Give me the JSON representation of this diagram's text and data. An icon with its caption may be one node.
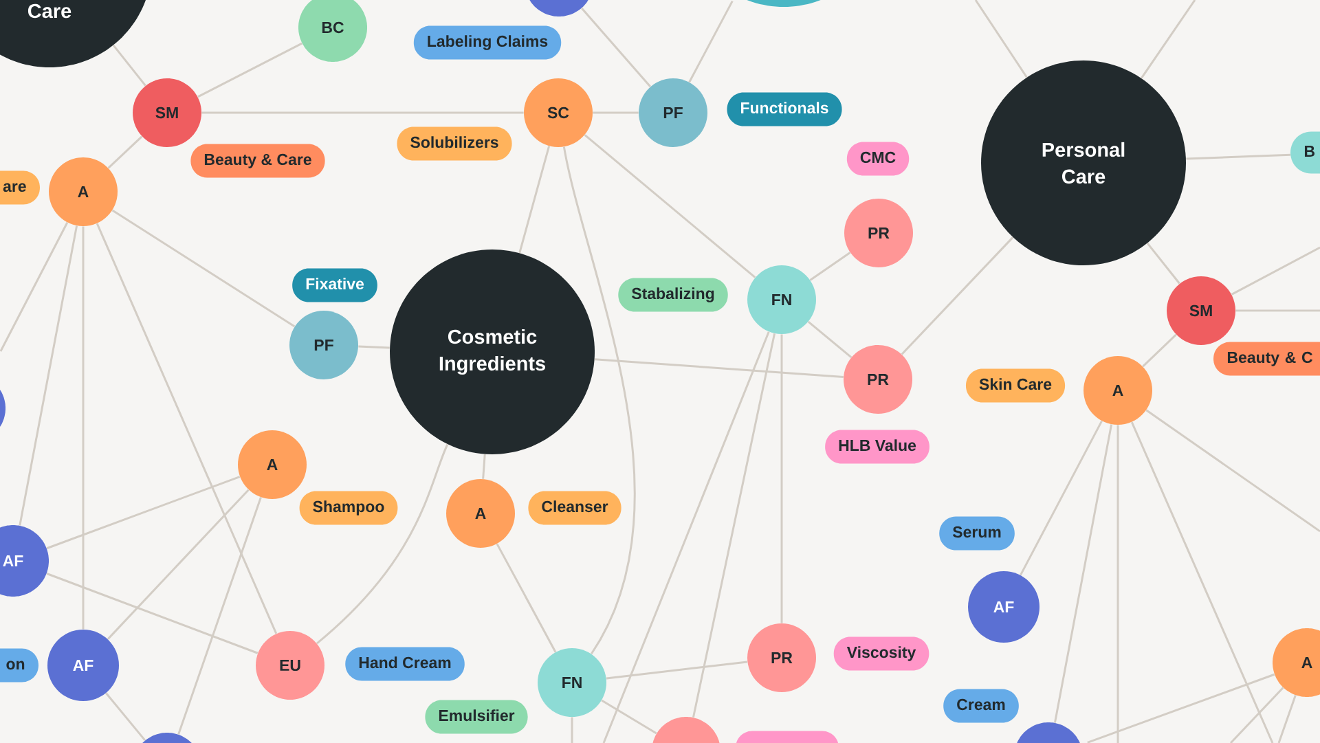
{
  "diagram": {
    "nodes": [
      {
        "text": [
          "Care"
        ]
      },
      {
        "text": [],
        "shape": "circle"
      },
      {
        "text": [],
        "shape": "circle"
      },
      {
        "text": [
          "BC"
        ]
      },
      {
        "text": [
          "Labeling Claims"
        ]
      },
      {
        "text": [
          "Functionals"
        ]
      },
      {
        "text": [
          "SM"
        ]
      },
      {
        "text": [
          "SC"
        ]
      },
      {
        "text": [
          "PF"
        ]
      },
      {
        "text": [
          "Solubilizers"
        ]
      },
      {
        "text": [
          "B"
        ]
      },
      {
        "text": [
          "Personal Care"
        ]
      },
      {
        "text": [
          "Beauty & Care"
        ]
      },
      {
        "text": [
          "CMC"
        ]
      },
      {
        "text": [
          "are"
        ]
      },
      {
        "text": [
          "A"
        ]
      },
      {
        "text": [
          "PR"
        ]
      },
      {
        "text": [
          "Fixative"
        ]
      },
      {
        "text": [
          "Stabalizing"
        ]
      },
      {
        "text": [
          "FN"
        ]
      },
      {
        "text": [
          "SM"
        ]
      },
      {
        "text": [
          "PF"
        ]
      },
      {
        "text": [
          "Cosmetic Ingredients"
        ]
      },
      {
        "text": [
          "Beauty & C"
        ]
      },
      {
        "text": [
          "PR"
        ]
      },
      {
        "text": [
          "Skin Care"
        ]
      },
      {
        "text": [
          "A"
        ]
      },
      {
        "text": [],
        "shape": "circle"
      },
      {
        "text": [
          "HLB Value"
        ]
      },
      {
        "text": [
          "A"
        ]
      },
      {
        "text": [
          "Shampoo"
        ]
      },
      {
        "text": [
          "A"
        ]
      },
      {
        "text": [
          "Cleanser"
        ]
      },
      {
        "text": [
          "Serum"
        ]
      },
      {
        "text": [
          "AF"
        ]
      },
      {
        "text": [
          "AF"
        ]
      },
      {
        "text": [
          "PR"
        ]
      },
      {
        "text": [
          "Viscosity"
        ]
      },
      {
        "text": [
          "A"
        ]
      },
      {
        "text": [
          "on"
        ]
      },
      {
        "text": [
          "AF"
        ]
      },
      {
        "text": [
          "EU"
        ]
      },
      {
        "text": [
          "Hand Cream"
        ]
      },
      {
        "text": [
          "FN"
        ]
      },
      {
        "text": [
          "Cream"
        ]
      },
      {
        "text": [
          "Emulsifier"
        ]
      },
      {
        "text": [],
        "shape": "circle"
      },
      {
        "text": [],
        "shape": "circle"
      },
      {
        "text": [],
        "shape": "box"
      },
      {
        "text": [],
        "shape": "circle"
      }
    ],
    "edges": [
      {
        "from": 0,
        "to": 6,
        "arrow": "none"
      },
      {
        "from": 6,
        "to": 3,
        "arrow": "none"
      },
      {
        "from": 6,
        "to": 7,
        "arrow": "none"
      },
      {
        "from": 6,
        "to": 15,
        "arrow": "none"
      },
      {
        "from": 7,
        "to": 8,
        "arrow": "none"
      },
      {
        "from": 8,
        "to": 1,
        "arrow": "none"
      },
      {
        "from": 8,
        "to": 2,
        "arrow": "none"
      },
      {
        "from": 7,
        "to": 22,
        "arrow": "none"
      },
      {
        "from": 7,
        "to": 19,
        "arrow": "none"
      },
      {
        "from": 7,
        "to": 43,
        "arrow": "none"
      },
      {
        "from": 19,
        "to": 16,
        "arrow": "none"
      },
      {
        "from": 19,
        "to": 24,
        "arrow": "none"
      },
      {
        "from": 19,
        "to": 36,
        "arrow": "none"
      },
      {
        "from": 19,
        "to": 47,
        "arrow": "none"
      },
      {
        "from": 19,
        "to": null,
        "arrow": "none"
      },
      {
        "from": 11,
        "to": null,
        "arrow": "none"
      },
      {
        "from": 11,
        "to": null,
        "arrow": "none"
      },
      {
        "from": 11,
        "to": 10,
        "arrow": "none"
      },
      {
        "from": 11,
        "to": 24,
        "arrow": "none"
      },
      {
        "from": 11,
        "to": 20,
        "arrow": "none"
      },
      {
        "from": 20,
        "to": null,
        "arrow": "none"
      },
      {
        "from": 20,
        "to": null,
        "arrow": "none"
      },
      {
        "from": 20,
        "to": 26,
        "arrow": "none"
      },
      {
        "from": 15,
        "to": 27,
        "arrow": "none"
      },
      {
        "from": 15,
        "to": 34,
        "arrow": "none"
      },
      {
        "from": 15,
        "to": 40,
        "arrow": "none"
      },
      {
        "from": 15,
        "to": 41,
        "arrow": "none"
      },
      {
        "from": 15,
        "to": 21,
        "arrow": "none"
      },
      {
        "from": 21,
        "to": 22,
        "arrow": "none"
      },
      {
        "from": 22,
        "to": 24,
        "arrow": "none"
      },
      {
        "from": 22,
        "to": 31,
        "arrow": "none"
      },
      {
        "from": 22,
        "to": 41,
        "arrow": "none"
      },
      {
        "from": 29,
        "to": 34,
        "arrow": "none"
      },
      {
        "from": 29,
        "to": 40,
        "arrow": "none"
      },
      {
        "from": 29,
        "to": 46,
        "arrow": "none"
      },
      {
        "from": 34,
        "to": 41,
        "arrow": "none"
      },
      {
        "from": 40,
        "to": 46,
        "arrow": "none"
      },
      {
        "from": 31,
        "to": 43,
        "arrow": "none"
      },
      {
        "from": 36,
        "to": 43,
        "arrow": "none"
      },
      {
        "from": 43,
        "to": 47,
        "arrow": "none"
      },
      {
        "from": 43,
        "to": null,
        "arrow": "none"
      },
      {
        "from": 26,
        "to": 35,
        "arrow": "none"
      },
      {
        "from": 26,
        "to": 49,
        "arrow": "none"
      },
      {
        "from": 26,
        "to": null,
        "arrow": "none"
      },
      {
        "from": 26,
        "to": null,
        "arrow": "none"
      },
      {
        "from": 26,
        "to": null,
        "arrow": "none"
      },
      {
        "from": 38,
        "to": 49,
        "arrow": "none"
      },
      {
        "from": 38,
        "to": null,
        "arrow": "none"
      },
      {
        "from": 38,
        "to": null,
        "arrow": "none"
      }
    ]
  }
}
